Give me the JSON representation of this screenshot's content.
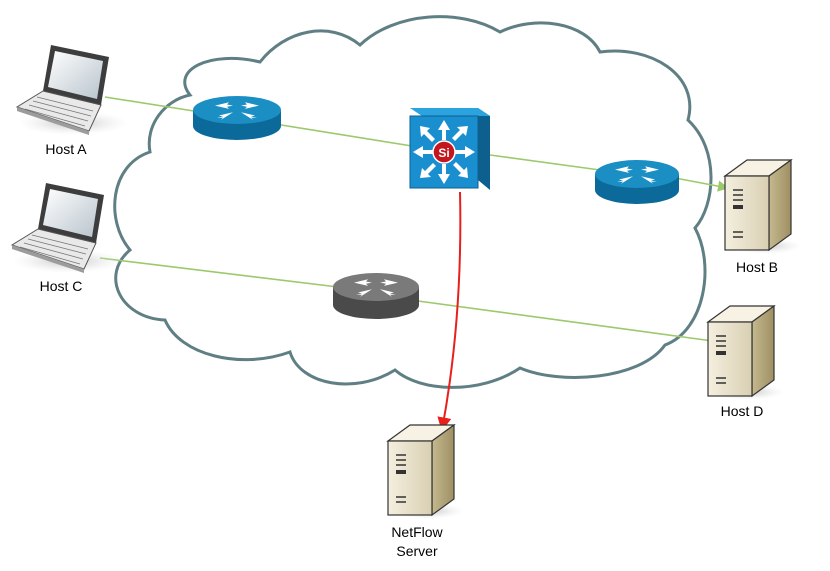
{
  "hosts": [
    {
      "id": "host-a",
      "label": "Host A",
      "kind": "laptop"
    },
    {
      "id": "host-c",
      "label": "Host C",
      "kind": "laptop"
    },
    {
      "id": "host-b",
      "label": "Host B",
      "kind": "server"
    },
    {
      "id": "host-d",
      "label": "Host D",
      "kind": "server"
    }
  ],
  "netflow_server": {
    "label_line1": "NetFlow",
    "label_line2": "Server",
    "kind": "server"
  },
  "network": {
    "routers": [
      {
        "id": "router-1",
        "color": "#1b8fc4"
      },
      {
        "id": "router-2",
        "color": "#1b8fc4"
      },
      {
        "id": "router-3",
        "color": "#6e6e6e"
      }
    ],
    "switch": {
      "id": "l3-switch",
      "badge": "Si",
      "color": "#1a8fd0"
    }
  },
  "links": [
    {
      "from": "Host A",
      "to": "router-1",
      "color": "#9cc96b"
    },
    {
      "from": "router-1",
      "to": "l3-switch",
      "color": "#9cc96b"
    },
    {
      "from": "l3-switch",
      "to": "router-2",
      "color": "#9cc96b"
    },
    {
      "from": "router-2",
      "to": "Host B",
      "color": "#9cc96b"
    },
    {
      "from": "Host C",
      "to": "router-3",
      "color": "#9cc96b"
    },
    {
      "from": "router-3",
      "to": "Host D",
      "color": "#9cc96b"
    },
    {
      "from": "l3-switch",
      "to": "NetFlow Server",
      "color": "#e8201b"
    }
  ],
  "colors": {
    "cloud_stroke": "#5f7f84",
    "link": "#9cc96b",
    "export": "#e8201b"
  }
}
